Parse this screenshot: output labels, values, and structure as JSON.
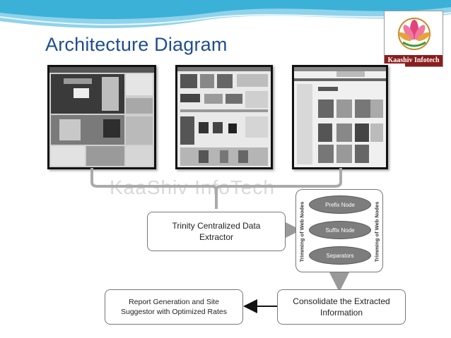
{
  "slide": {
    "title": "Architecture Diagram",
    "logo_text": "Kaashiv Infotech"
  },
  "diagram": {
    "watermark": "KaaShiv InfoTech",
    "extractor_label": "Trinity Centralized Data Extractor",
    "nodes_label": "Trimming of Web Nodes",
    "nodes": [
      "Prefix Node",
      "Suffix Node",
      "Separators"
    ],
    "consolidate_label": "Consolidate the Extracted Information",
    "report_label": "Report Generation and Site Suggestor with Optimized Rates"
  },
  "colors": {
    "title": "#1f4e8c",
    "node_fill": "#7d7d7d",
    "logo_bar": "#8b1d1d"
  }
}
